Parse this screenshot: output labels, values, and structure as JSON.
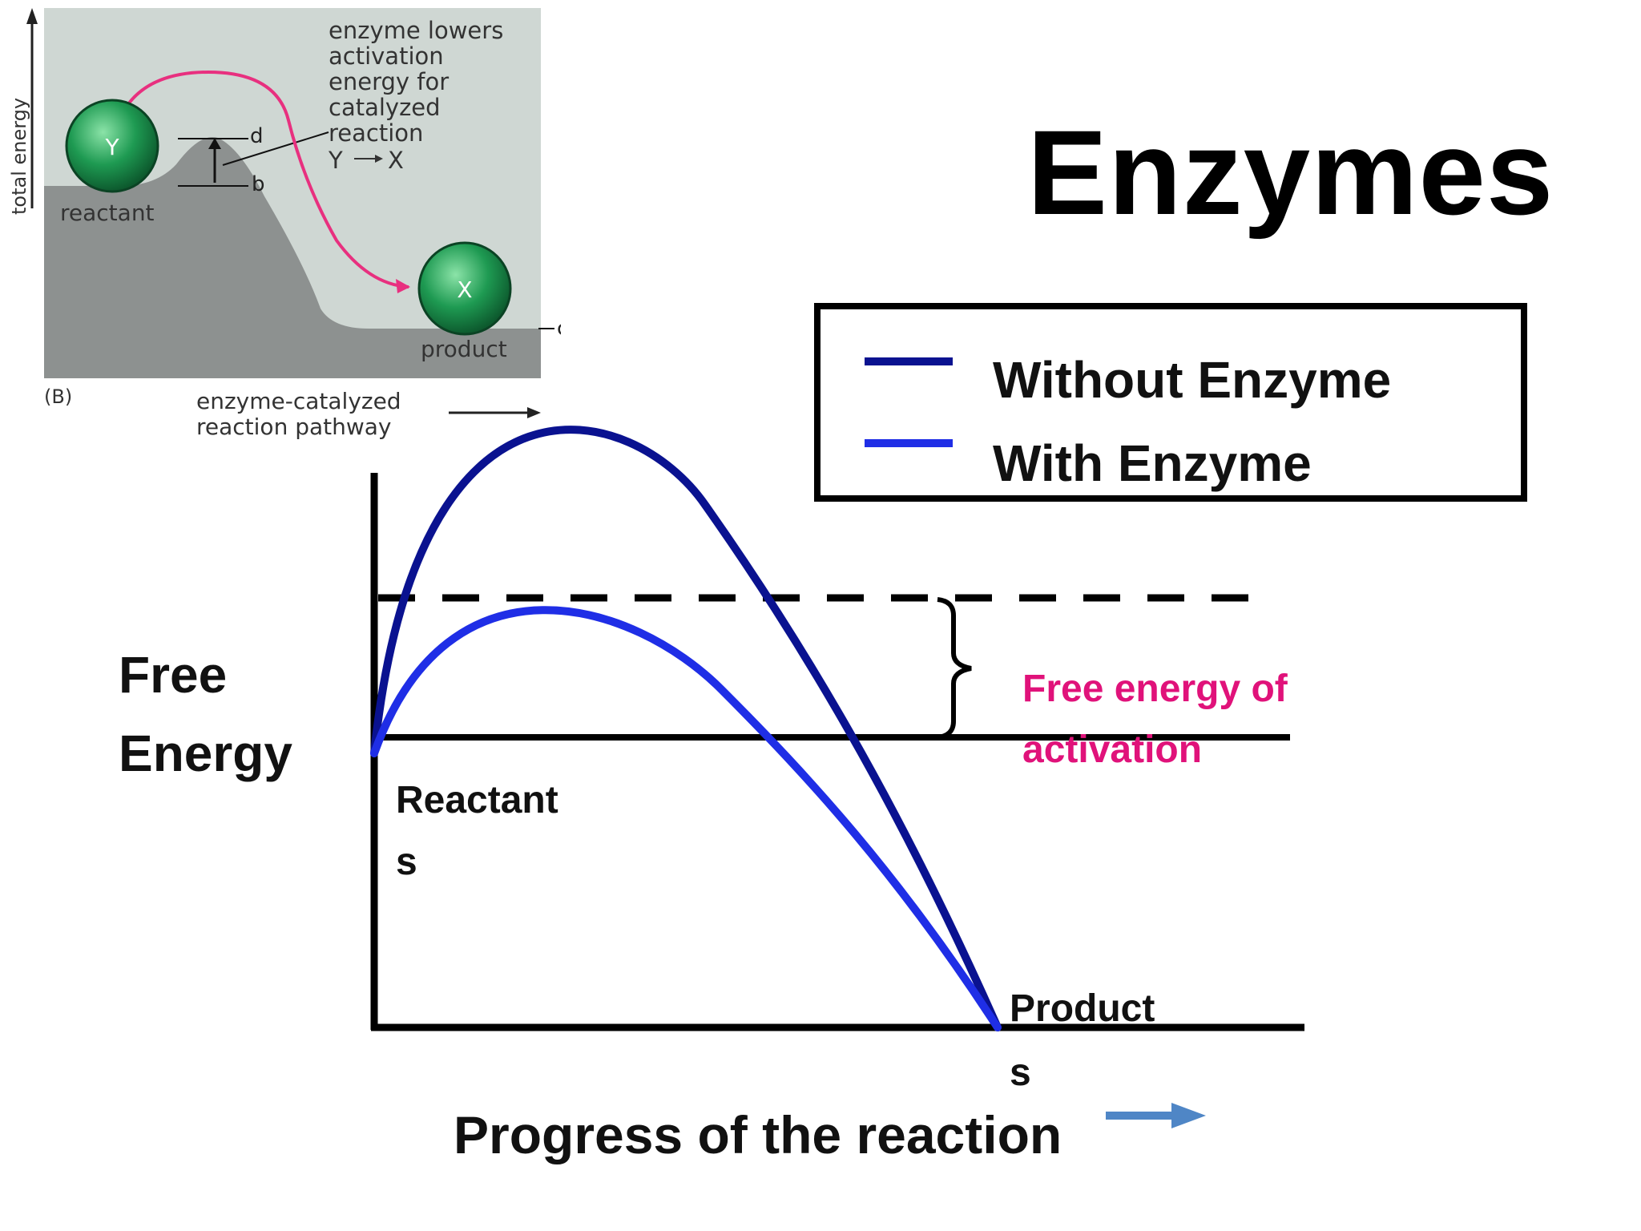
{
  "slide_title": "Enzymes",
  "inset": {
    "y_axis_label": "total energy",
    "annotation": [
      "enzyme lowers",
      "activation",
      "energy for",
      "catalyzed",
      "reaction"
    ],
    "reaction_formula": {
      "from": "Y",
      "to": "X"
    },
    "reactant_label": "reactant",
    "product_label": "product",
    "level_labels": {
      "d": "d",
      "b": "b",
      "c": "c"
    },
    "molecules": {
      "reactant": "Y",
      "product": "X"
    },
    "panel_label": "(B)",
    "x_axis_label": [
      "enzyme-catalyzed",
      "reaction pathway"
    ],
    "colors": {
      "panel_bg": "#cfd7d3",
      "hill": "#8d9190",
      "pathway": "#e8307f",
      "molecule": "#1e9a52"
    }
  },
  "legend": {
    "items": [
      {
        "label": "Without Enzyme",
        "color": "#0a1290"
      },
      {
        "label": "With Enzyme",
        "color": "#1f2ee6"
      }
    ]
  },
  "main_chart": {
    "y_axis_label_line1": "Free",
    "y_axis_label_line2": "Energy",
    "reactants_label_line1": "Reactant",
    "reactants_label_line2": "s",
    "products_label_line1": "Product",
    "products_label_line2": "s",
    "activation_label_line1": "Free energy of",
    "activation_label_line2": "activation",
    "x_axis_label": "Progress of the reaction",
    "colors": {
      "without": "#0a1290",
      "with": "#1f2ee6",
      "activation_text": "#e0127a",
      "arrow": "#4f86c6"
    }
  }
}
